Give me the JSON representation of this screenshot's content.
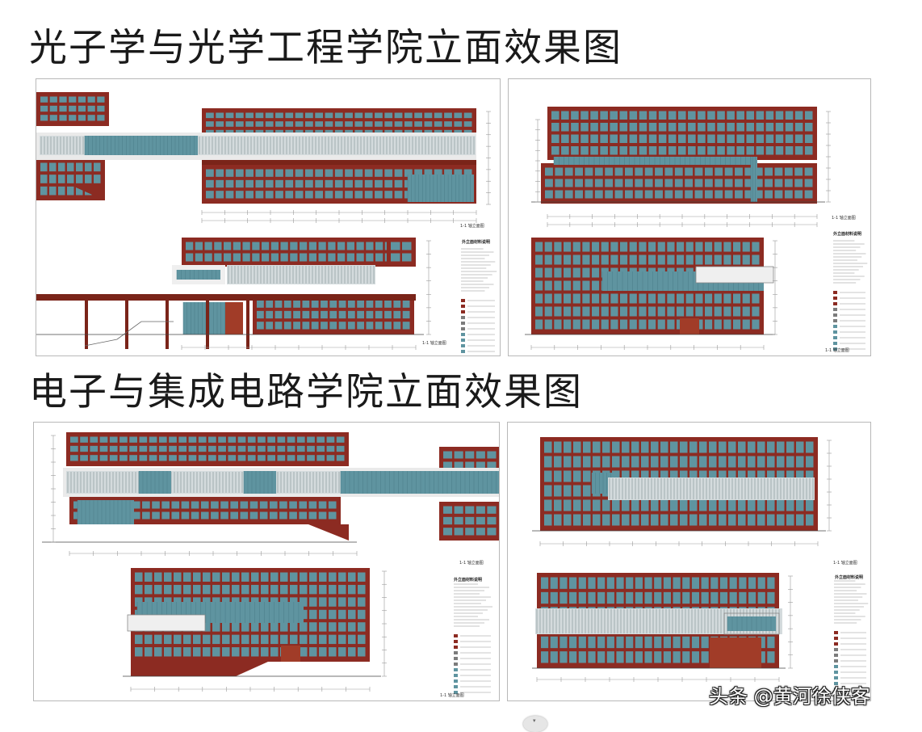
{
  "titles": {
    "section_1": "光子学与光学工程学院立面效果图",
    "section_2": "电子与集成电路学院立面效果图"
  },
  "panels": {
    "p1": {
      "top_label": "1-1 轴立面图",
      "notes_title": "外立面材料说明",
      "bottom_label": "1-1 轴立面图"
    },
    "p2": {
      "top_label": "1-1 轴立面图",
      "notes_title": "外立面材料说明",
      "bottom_label": "1-1 轴立面图"
    },
    "p3": {
      "top_label": "1-1 轴立面图",
      "notes_title": "外立面材料说明",
      "bottom_label": "1-1 轴立面图"
    },
    "p4": {
      "top_label": "1-1 轴立面图",
      "notes_title": "外立面材料说明",
      "bottom_label": ""
    }
  },
  "watermark": "头条 @黄河徐侠客",
  "colors": {
    "brick": "#8c2b22",
    "glass": "#5f94a0",
    "frame": "#7a2419",
    "screen": "#d4dbdd",
    "line": "#9a9a9a"
  }
}
